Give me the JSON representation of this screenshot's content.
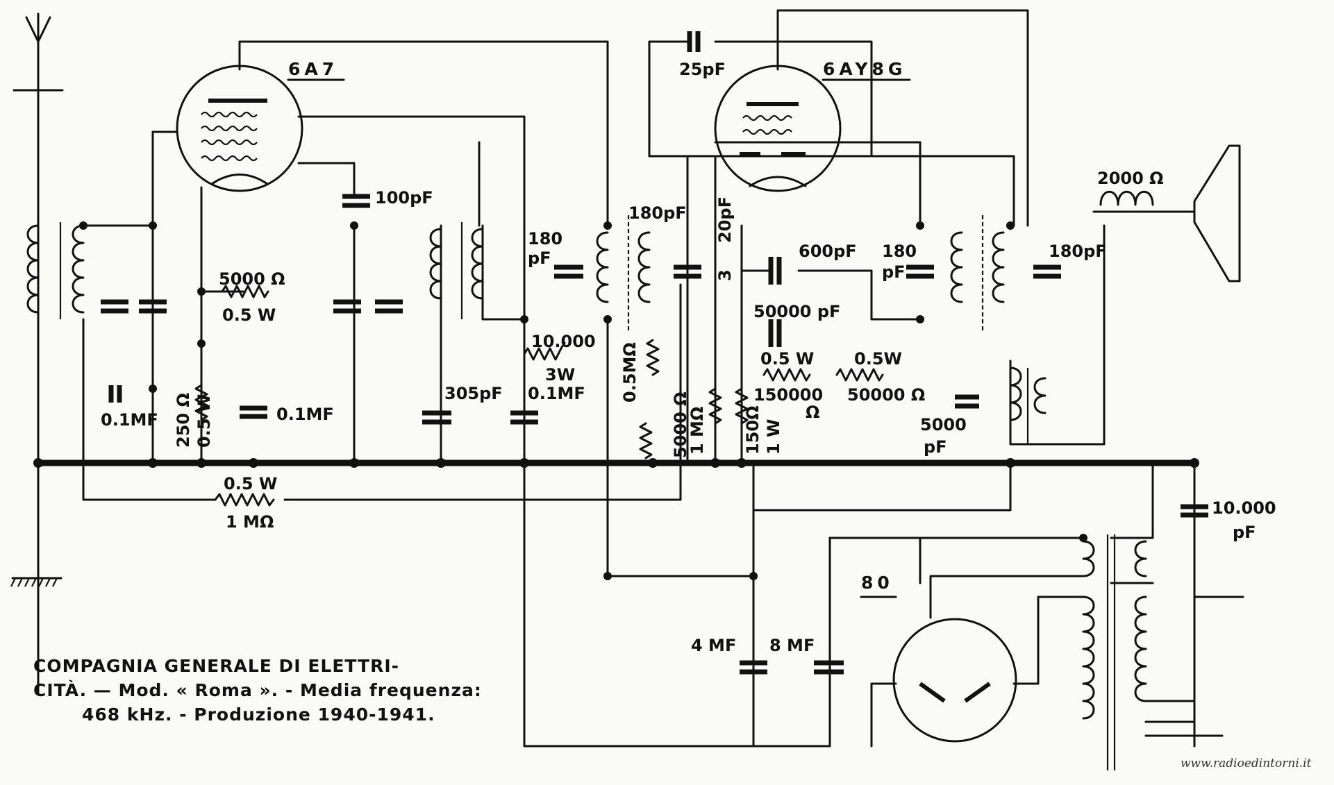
{
  "tubes": {
    "converter": "6A7",
    "detector": "6AY8G",
    "rectifier": "80"
  },
  "labels": {
    "c_100pf": "100pF",
    "c_25pf": "25pF",
    "c_180pf_a": "180",
    "c_180pf_a2": "pF",
    "c_180pf_b": "180pF",
    "c_20pf": "20pF",
    "c_3": "3",
    "c_600pf": "600pF",
    "c_180pf_c": "180",
    "c_180pf_c2": "pF",
    "c_180pf_d": "180pF",
    "r_2000": "2000 Ω",
    "r_5000": "5000 Ω",
    "r_05w_a": "0.5 W",
    "c_50000pf": "50000 pF",
    "r_10000": "10.000",
    "r_3w": "3W",
    "r_05w_b": "0.5 W",
    "r_05w_c": "0.5W",
    "r_150000": "150000",
    "r_150000_u": "Ω",
    "r_50000": "50000 Ω",
    "c_01mf_a": "0.1MF",
    "r_250": "250 Ω",
    "r_05w_d": "0.5 W",
    "c_01mf_b": "0.1MF",
    "c_305pf": "305pF",
    "c_01mf_c": "0.1MF",
    "r_05m": "0.5MΩ",
    "r_5000b": "5000 Ω",
    "r_1m_a": "1 MΩ",
    "r_150": "150Ω",
    "r_1w": "1 W",
    "c_5000": "5000",
    "c_5000_u": "pF",
    "r_05w_e": "0.5 W",
    "r_1m_b": "1 MΩ",
    "c_10000": "10.000",
    "c_10000_u": "pF",
    "c_4mf": "4 MF",
    "c_8mf": "8 MF"
  },
  "caption": {
    "line1": "COMPAGNIA GENERALE DI ELETTRI-",
    "line2": "CITÀ. — Mod. « Roma ». - Media frequenza:",
    "line3": "468 kHz. - Produzione 1940-1941."
  },
  "watermark": "www.radioedintorni.it"
}
